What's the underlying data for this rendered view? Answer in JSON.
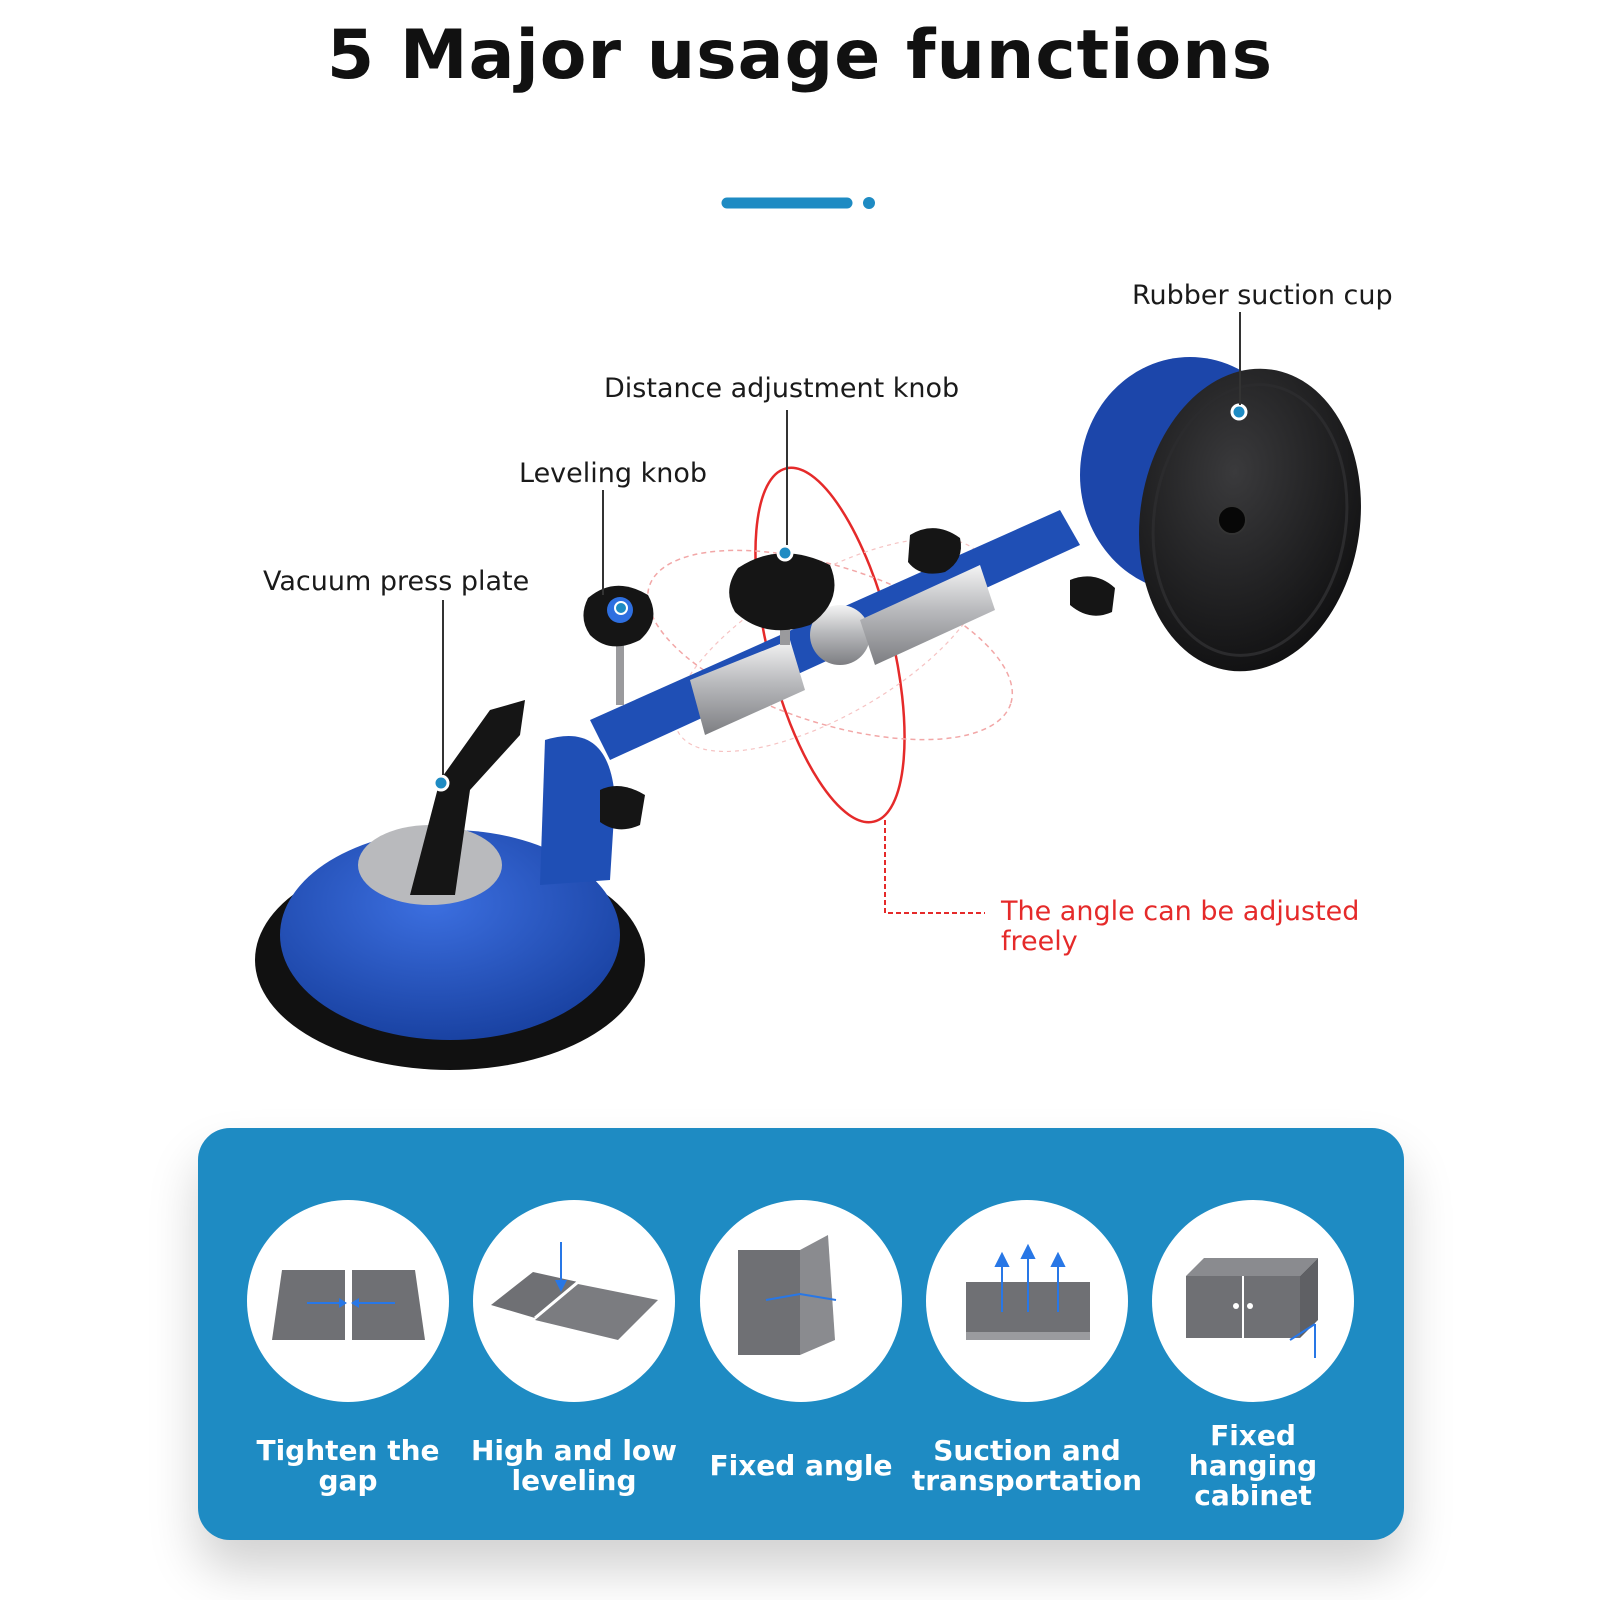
{
  "title": "5 Major usage functions",
  "colors": {
    "accent": "#1e8bc3",
    "tool_blue": "#1f4fb5",
    "callout_red": "#e52a2a",
    "icon_gray": "#6f7074",
    "arrow_blue": "#2877e6"
  },
  "callouts": {
    "rubber_suction_cup": "Rubber suction cup",
    "distance_adjustment_knob": "Distance adjustment knob",
    "leveling_knob": "Leveling knob",
    "vacuum_press_plate": "Vacuum press plate",
    "angle_adjust": "The angle can be adjusted freely"
  },
  "features": [
    {
      "label": "Tighten the gap",
      "icon": "gap-tighten-icon"
    },
    {
      "label": "High and low leveling",
      "icon": "leveling-icon"
    },
    {
      "label": "Fixed angle",
      "icon": "angle-icon"
    },
    {
      "label": "Suction and transportation",
      "icon": "suction-lift-icon"
    },
    {
      "label": "Fixed hanging cabinet",
      "icon": "cabinet-icon"
    }
  ]
}
